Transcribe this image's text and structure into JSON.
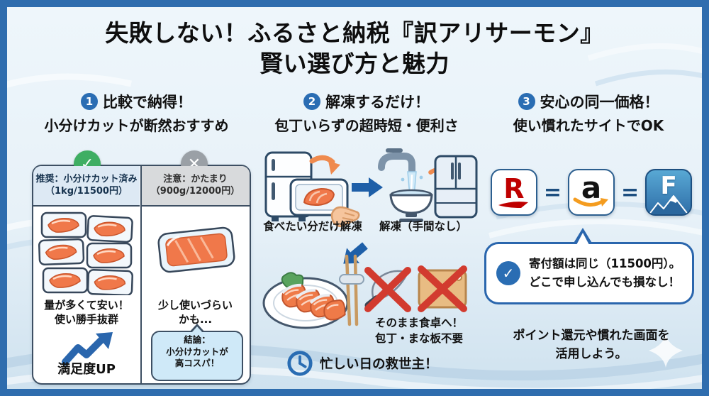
{
  "title": {
    "line1": "失敗しない！ふるさと納税『訳アリサーモン』",
    "line2": "賢い選び方と魅力"
  },
  "glyphs": {
    "check": "✓",
    "cross": "✕"
  },
  "colors": {
    "frame_blue": "#2f6dae",
    "accent_blue": "#2a6db3",
    "arrow_blue": "#1e5fa8",
    "check_green": "#3fae63",
    "cross_gray": "#9aa0a6",
    "alert_red": "#d23b2f",
    "rakuten_red": "#bf0000",
    "amazon_orange": "#f49c1f",
    "salmon_orange": "#f0784a",
    "background": "#e9f3f9"
  },
  "sections": {
    "compare": {
      "badge": "1",
      "heading_line1": "比較で納得！",
      "heading_line2": "小分けカットが断然おすすめ",
      "recommended": {
        "header_line1": "推奨：小分けカット済み",
        "header_line2": "（1kg/11500円）",
        "body_line1": "量が多くて安い！",
        "body_line2": "使い勝手抜群",
        "footer": "満足度UP"
      },
      "caution": {
        "header_line1": "注意：かたまり",
        "header_line2": "（900g/12000円）",
        "body_line1": "少し使いづらい",
        "body_line2": "かも...",
        "bubble_line1": "結論：",
        "bubble_line2": "小分けカットが",
        "bubble_line3": "高コスパ！"
      }
    },
    "thaw": {
      "badge": "2",
      "heading_line1": "解凍するだけ！",
      "heading_line2": "包丁いらずの超時短・便利さ",
      "step1_caption": "食べたい分だけ解凍",
      "step2_caption": "解凍（手間なし）",
      "step3_line1": "そのまま食卓へ！",
      "step3_line2": "包丁・まな板不要",
      "footer": "忙しい日の救世主！"
    },
    "price": {
      "badge": "3",
      "heading_line1": "安心の同一価格！",
      "heading_line2": "使い慣れたサイトでOK",
      "equals": "=",
      "logos": [
        {
          "name": "rakuten",
          "letter": "R"
        },
        {
          "name": "amazon",
          "letter": "a"
        },
        {
          "name": "furusato-site",
          "letter": "F"
        }
      ],
      "bubble_line1": "寄付額は同じ（11500円）。",
      "bubble_line2": "どこで申し込んでも損なし！",
      "note_line1": "ポイント還元や慣れた画面を",
      "note_line2": "活用しよう。"
    }
  }
}
